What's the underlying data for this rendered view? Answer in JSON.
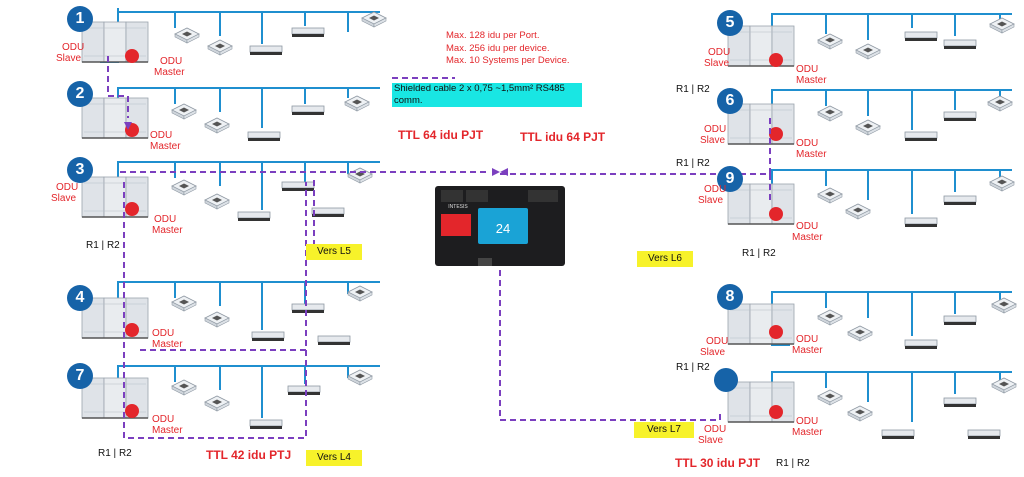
{
  "notes": {
    "line1": "Max. 128 idu per Port.",
    "line2": "Max. 256 idu per device.",
    "line3": "Max. 10 Systems per Device."
  },
  "cable": {
    "text_line1": "Shielded cable  2 x 0,75 ~1,5mm² RS485",
    "text_line2": "comm."
  },
  "ttl": {
    "left_top": "TTL 64 idu PJT",
    "right_top": "TTL  idu 64 PJT",
    "left_bottom": "TTL 42 idu PTJ",
    "right_bottom": "TTL 30 idu PJT"
  },
  "vers": {
    "l5": "Vers L5",
    "l6": "Vers L6",
    "l4": "Vers L4",
    "l7": "Vers L7"
  },
  "labels": {
    "odu": "ODU",
    "slave": "Slave",
    "master": "Master",
    "r1r2": "R1 | R2"
  },
  "systems": [
    {
      "number": "1"
    },
    {
      "number": "2"
    },
    {
      "number": "3"
    },
    {
      "number": "4"
    },
    {
      "number": "7"
    },
    {
      "number": "5"
    },
    {
      "number": "6"
    },
    {
      "number": "9"
    },
    {
      "number": "8"
    }
  ],
  "controller": {
    "brand": "INTESIS",
    "temperature": "24"
  },
  "colors": {
    "pipe": "#1f8fcf",
    "comm": "#7b3fbf",
    "red": "#e3262b",
    "badge": "#1663a8",
    "highlight_cyan": "#19e6e3",
    "highlight_yellow": "#f7f22a"
  }
}
